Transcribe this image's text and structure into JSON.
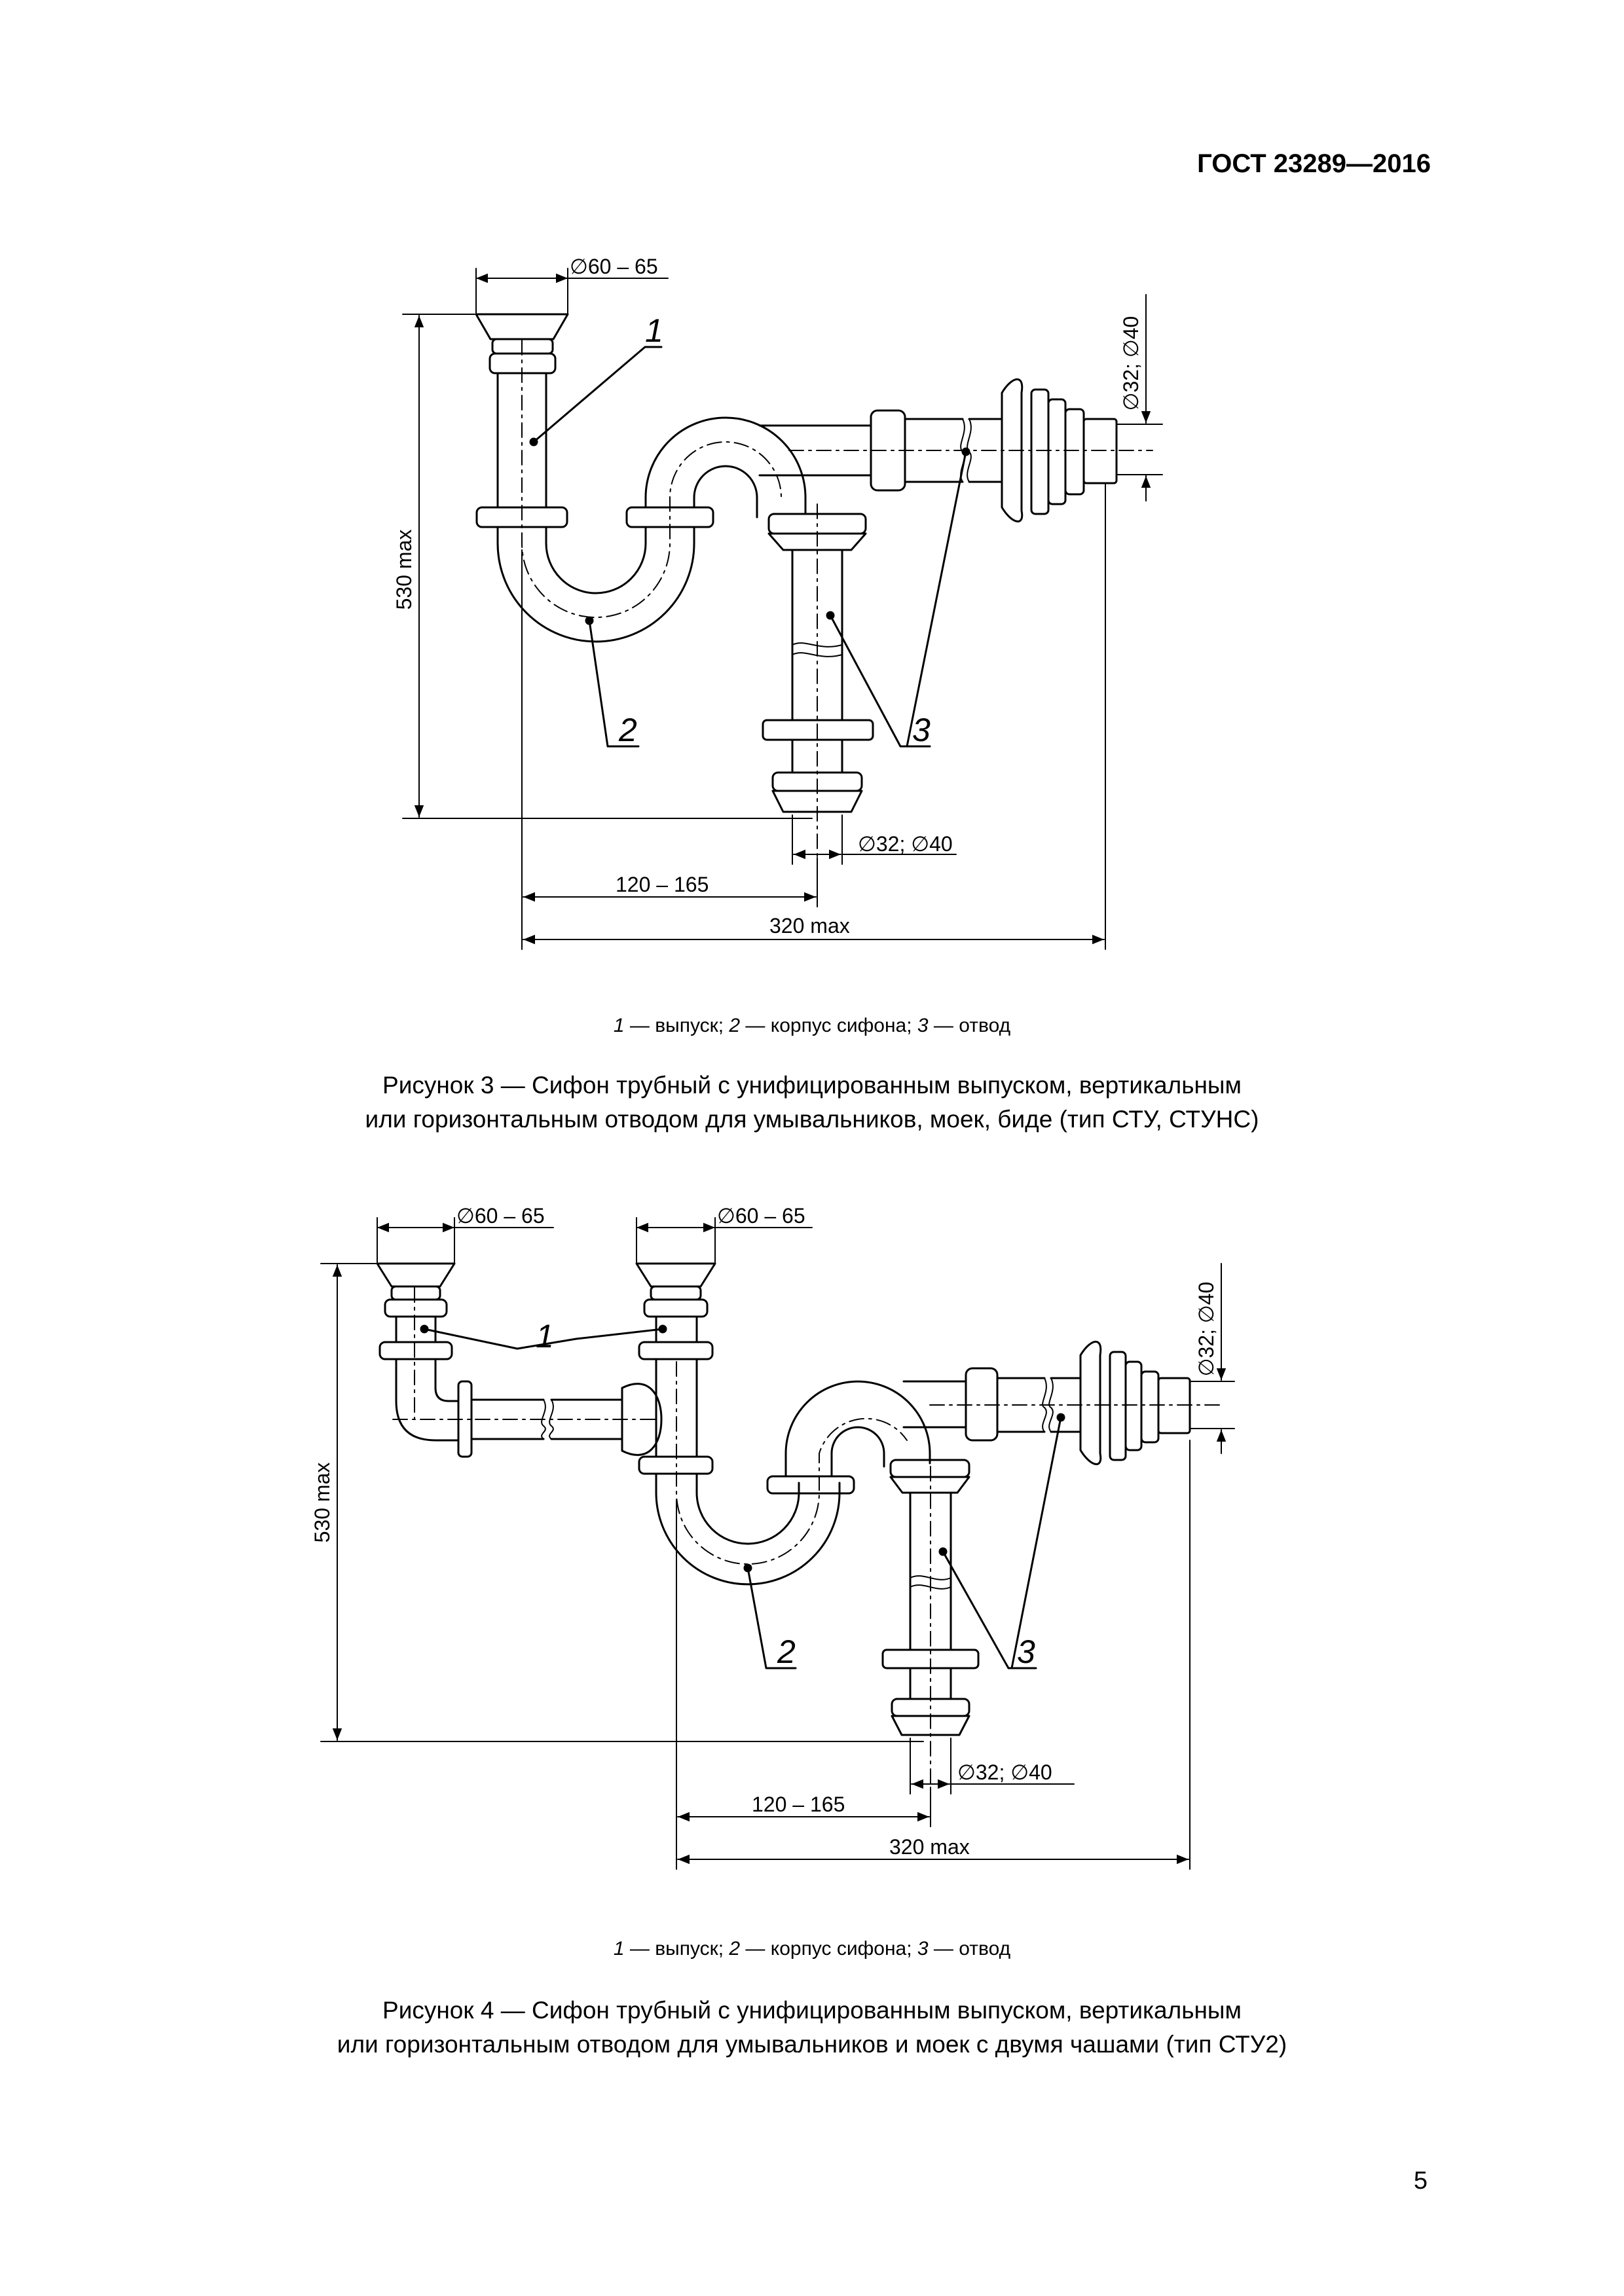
{
  "header": {
    "standard": "ГОСТ 23289—2016"
  },
  "figure3": {
    "dims": {
      "top_dia": "∅60 – 65",
      "side_dia": "∅32; ∅40",
      "bottom_dia": "∅32; ∅40",
      "height": "530 max",
      "offset": "120 – 165",
      "width": "320 max"
    },
    "labels": {
      "l1": "1",
      "l2": "2",
      "l3": "3"
    },
    "legend": {
      "n1": "1",
      "t1": " — выпуск; ",
      "n2": "2",
      "t2": " — корпус сифона; ",
      "n3": "3",
      "t3": " — отвод"
    },
    "caption": {
      "line1": "Рисунок 3 — Сифон трубный с унифицированным выпуском, вертикальным",
      "line2": "или горизонтальным отводом для умывальников, моек, биде (тип СТУ, СТУНС)"
    }
  },
  "figure4": {
    "dims": {
      "top_dia_left": "∅60 – 65",
      "top_dia_right": "∅60 – 65",
      "side_dia": "∅32; ∅40",
      "bottom_dia": "∅32; ∅40",
      "height": "530 max",
      "offset": "120 – 165",
      "width": "320 max"
    },
    "labels": {
      "l1": "1",
      "l2": "2",
      "l3": "3"
    },
    "legend": {
      "n1": "1",
      "t1": " — выпуск; ",
      "n2": "2",
      "t2": " — корпус сифона; ",
      "n3": "3",
      "t3": " — отвод"
    },
    "caption": {
      "line1": "Рисунок 4 — Сифон трубный с унифицированным выпуском, вертикальным",
      "line2": "или горизонтальным отводом для умывальников и моек с двумя чашами (тип СТУ2)"
    }
  },
  "page_number": "5"
}
